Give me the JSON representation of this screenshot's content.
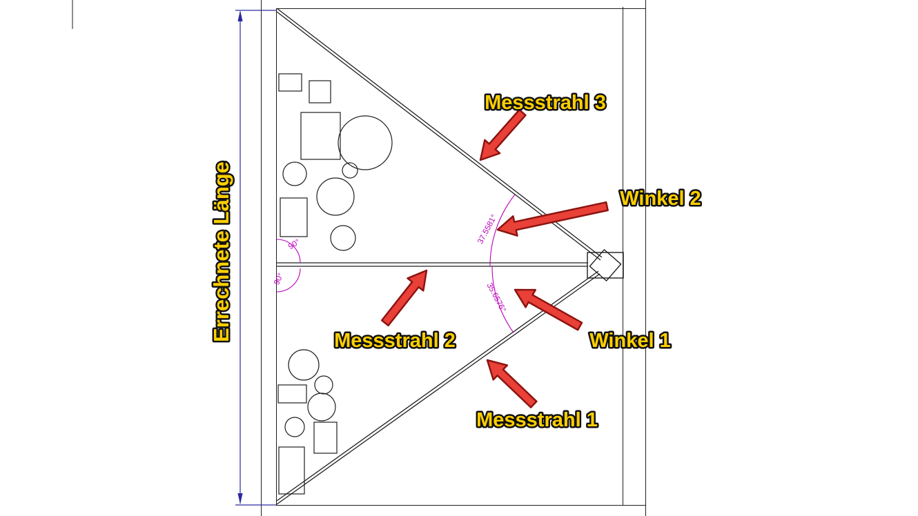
{
  "diagram": {
    "labels": {
      "dimension": "Errechnete Länge",
      "messstrahl_1": "Messstrahl 1",
      "messstrahl_2": "Messstrahl 2",
      "messstrahl_3": "Messstrahl 3",
      "winkel_1": "Winkel 1",
      "winkel_2": "Winkel 2"
    },
    "angle_values": {
      "winkel_1": "35.6576°",
      "winkel_2": "37.5581°",
      "right_angle_top": "90°",
      "right_angle_bottom": "90°"
    },
    "colors": {
      "label_fill": "#ffcf00",
      "label_stroke": "#111111",
      "arrow_fill": "#e94038",
      "arrow_stroke": "#8c1410",
      "angle_color": "#bb00bb",
      "dimension_color": "#2a2a9e",
      "line_color": "#1d1d1d",
      "background": "#ffffff"
    }
  }
}
